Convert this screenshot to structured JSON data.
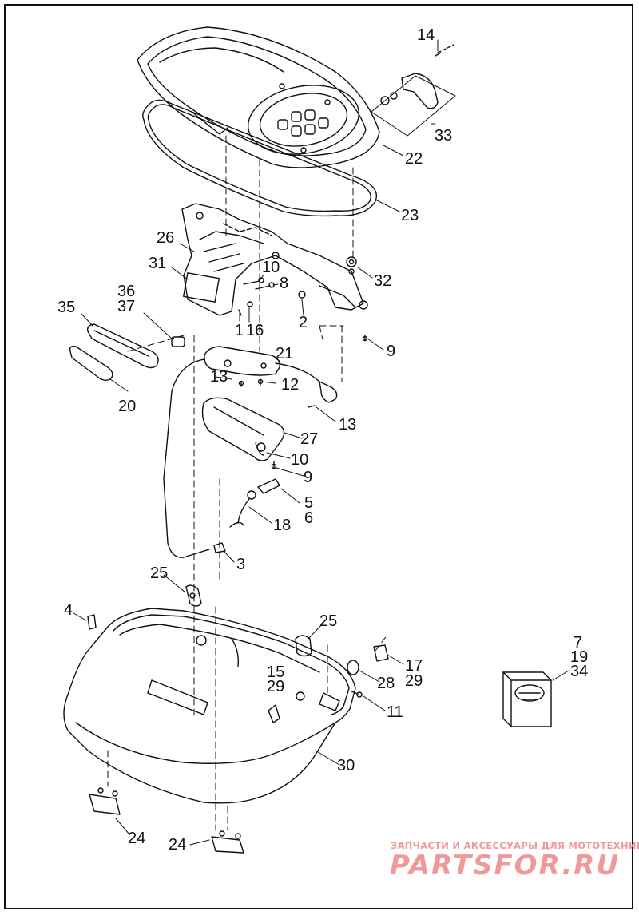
{
  "callouts": {
    "c1": "1",
    "c2": "2",
    "c3": "3",
    "c4": "4",
    "c5": "5",
    "c6": "6",
    "c7": "7",
    "c8": "8",
    "c9a": "9",
    "c9b": "9",
    "c10a": "10",
    "c10b": "10",
    "c11": "11",
    "c12": "12",
    "c13a": "13",
    "c13b": "13",
    "c14": "14",
    "c15": "15",
    "c16": "16",
    "c17": "17",
    "c18": "18",
    "c19": "19",
    "c20": "20",
    "c21": "21",
    "c22": "22",
    "c23": "23",
    "c24a": "24",
    "c24b": "24",
    "c25a": "25",
    "c25b": "25",
    "c26": "26",
    "c27": "27",
    "c28": "28",
    "c29a": "29",
    "c29b": "29",
    "c30": "30",
    "c31": "31",
    "c32": "32",
    "c33": "33",
    "c34": "34",
    "c35": "35",
    "c36": "36",
    "c37": "37"
  },
  "watermark": {
    "tagline": "ЗАПЧАСТИ И АКСЕССУАРЫ ДЛЯ МОТОТЕХНИКИ",
    "brand": "PARTSFOR.RU",
    "color": "#ef9a9a"
  }
}
